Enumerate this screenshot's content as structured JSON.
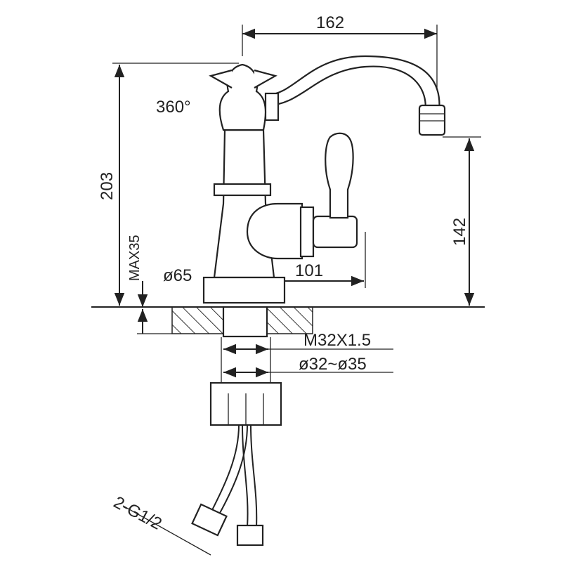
{
  "labels": {
    "width_total": "162",
    "rotation": "360°",
    "height_total": "203",
    "spout_height": "142",
    "max_thickness": "MAX35",
    "base_diameter": "ø65",
    "handle_reach": "101",
    "thread": "M32X1.5",
    "hole_diameter": "ø32~ø35",
    "hose_connection": "2-G1/2"
  },
  "colors": {
    "line": "#222222",
    "background": "#ffffff"
  }
}
